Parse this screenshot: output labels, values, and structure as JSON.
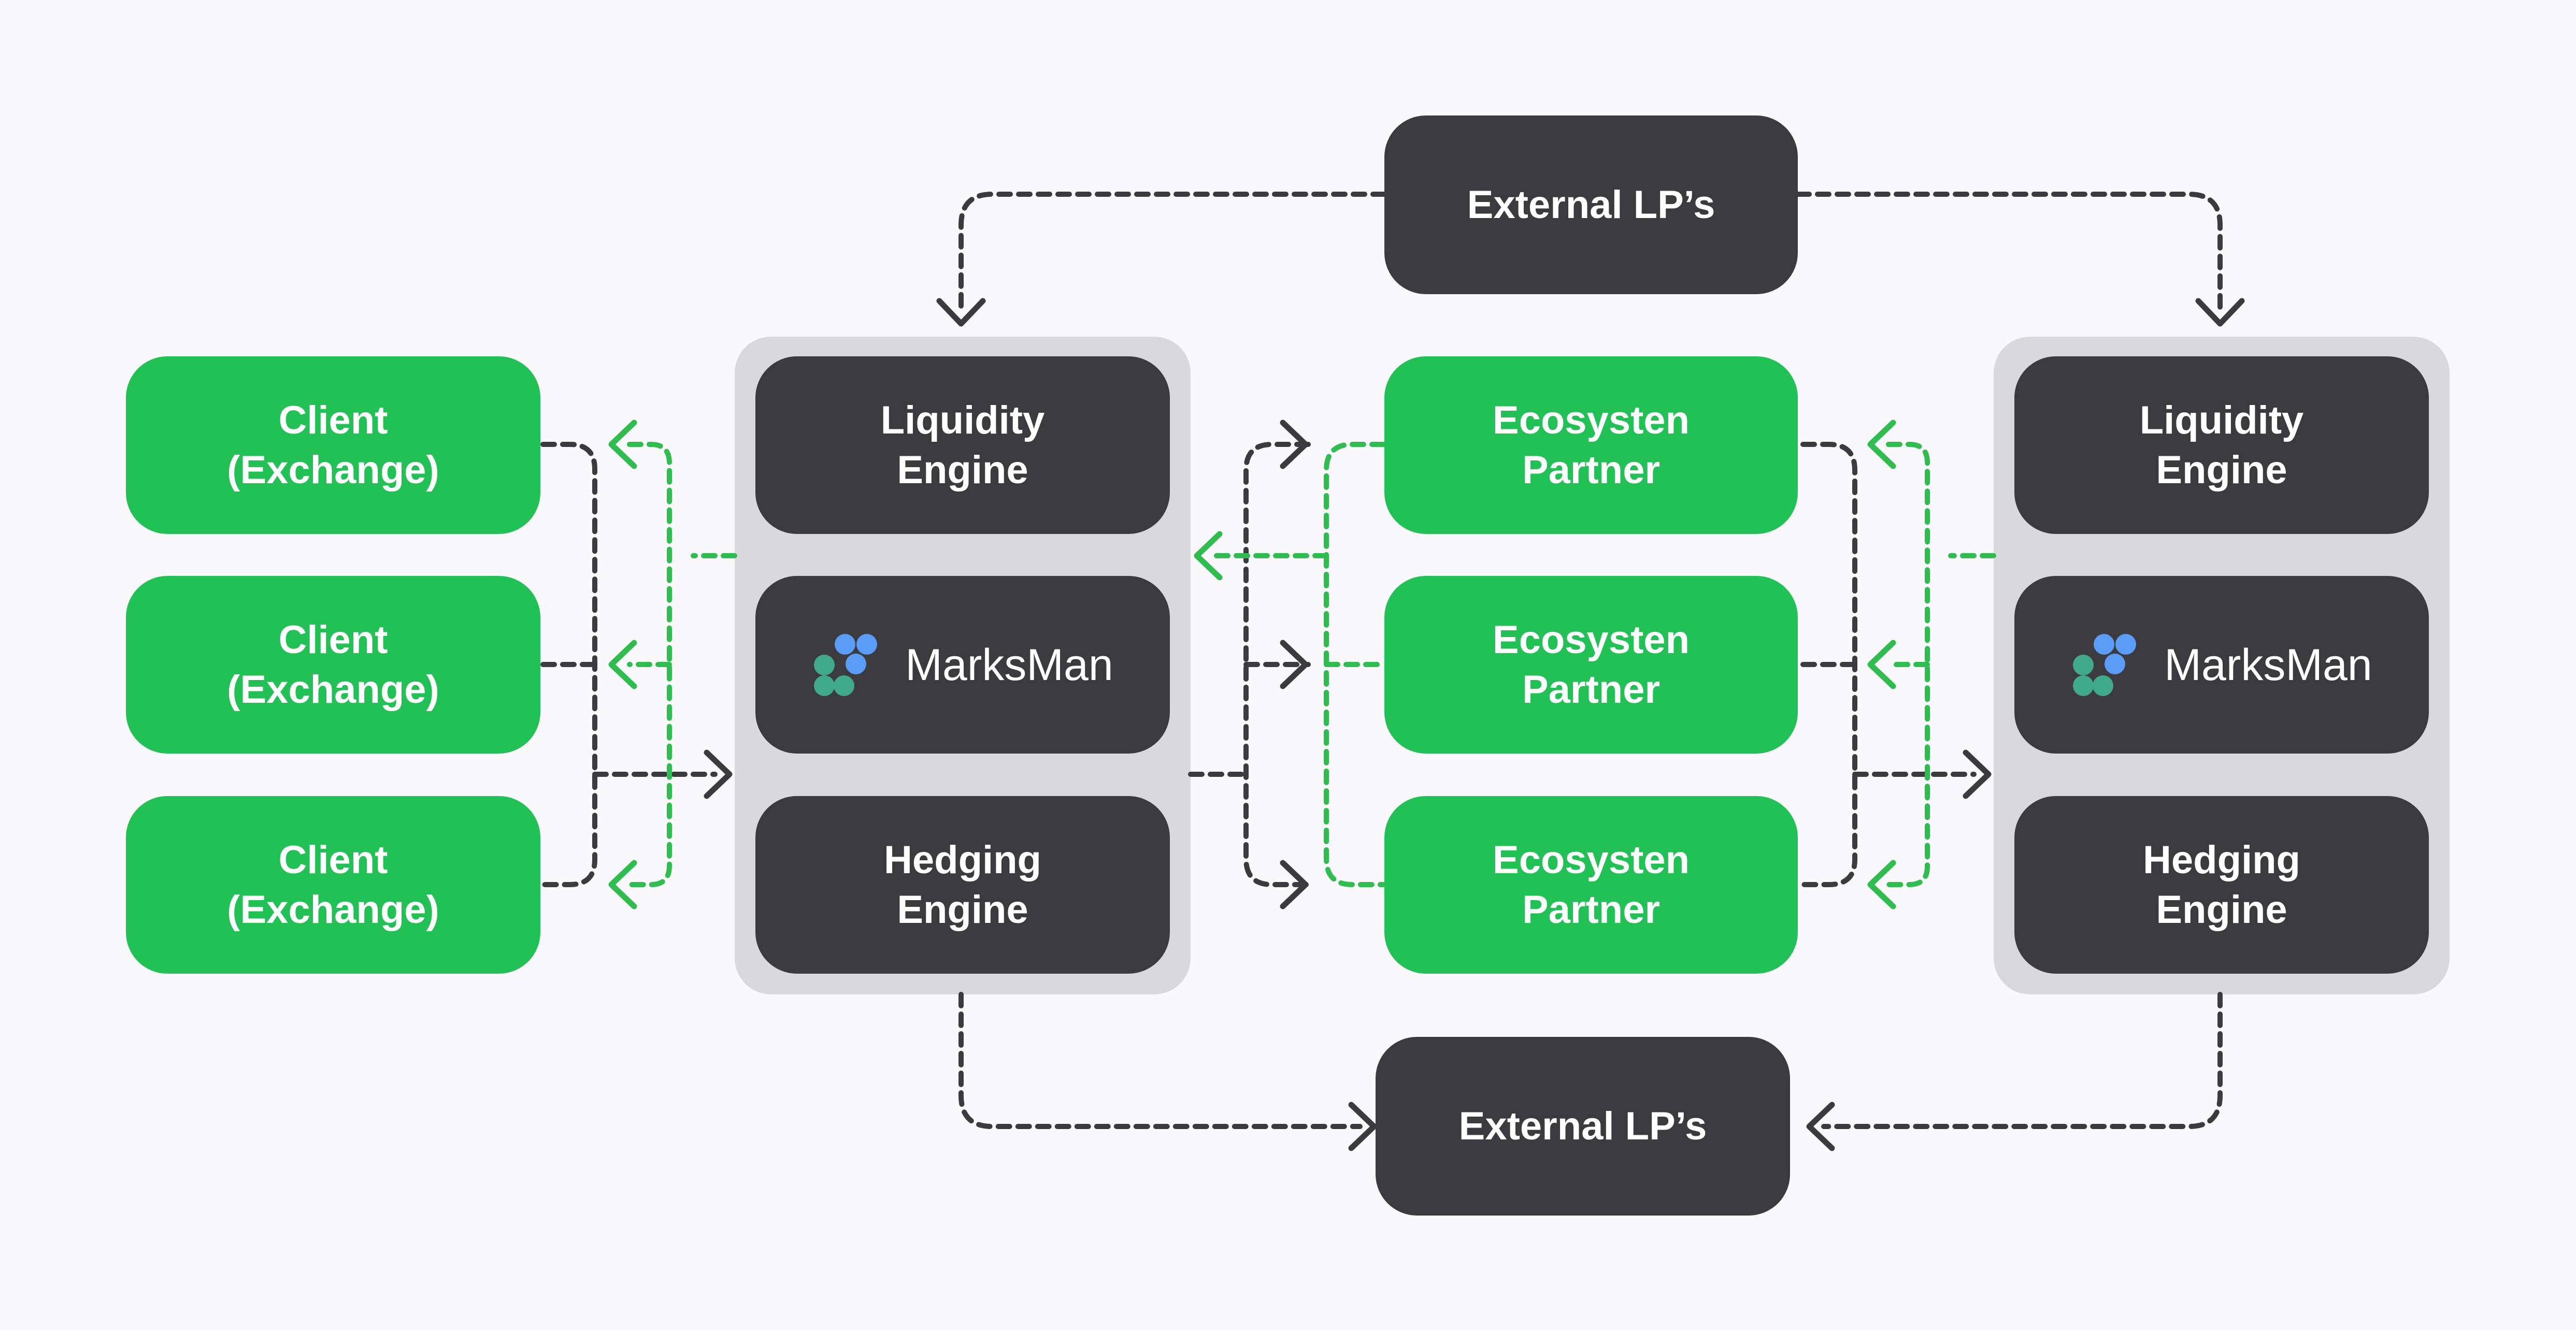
{
  "nodes": {
    "external_lp_top": "External LP’s",
    "external_lp_bottom": "External LP’s",
    "clients": [
      "Client\n(Exchange)",
      "Client\n(Exchange)",
      "Client\n(Exchange)"
    ],
    "partners": [
      "Ecosysten\nPartner",
      "Ecosysten\nPartner",
      "Ecosysten\nPartner"
    ],
    "left_stack": {
      "liquidity": "Liquidity\nEngine",
      "marksman": "MarksMan",
      "hedging": "Hedging\nEngine"
    },
    "right_stack": {
      "liquidity": "Liquidity\nEngine",
      "marksman": "MarksMan",
      "hedging": "Hedging\nEngine"
    }
  },
  "colors": {
    "background": "#f9f8fb",
    "green_node": "#22c155",
    "dark_node": "#3b3a3e",
    "group_panel": "#d9d8db",
    "dark_connector": "#3b3a3e",
    "green_connector": "#2ebd4e",
    "logo_blue": "#5b9cf6",
    "logo_teal": "#3fa98a"
  }
}
